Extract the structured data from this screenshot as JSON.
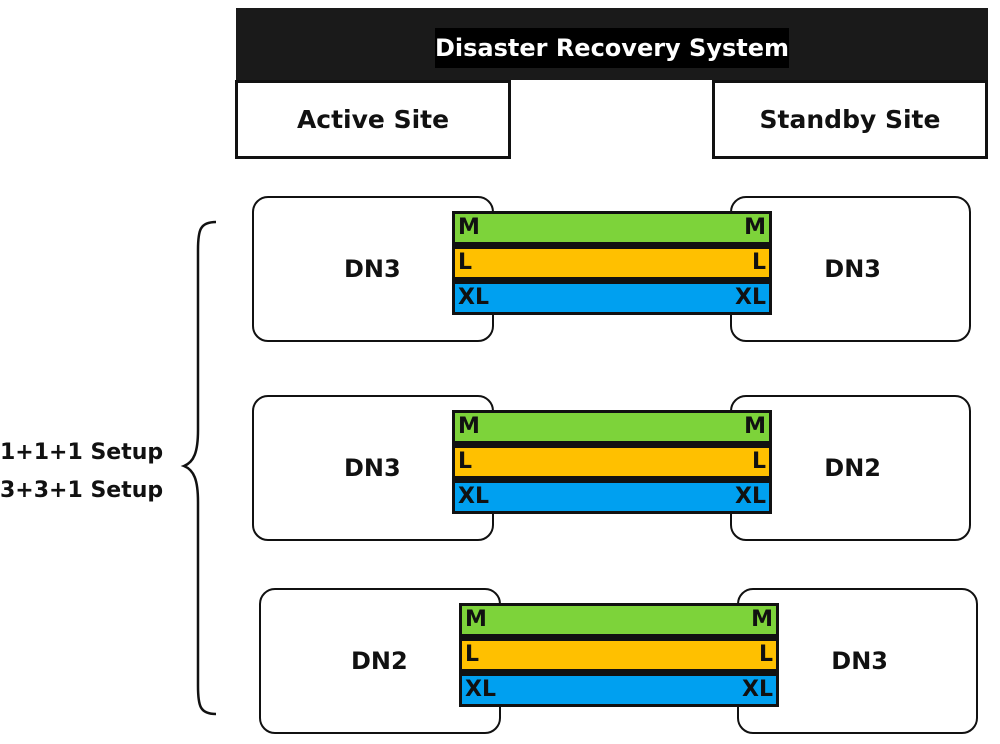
{
  "header": {
    "title": "Disaster Recovery System",
    "active_site": "Active Site",
    "standby_site": "Standby Site"
  },
  "setup_labels": [
    "1+1+1 Setup",
    "3+3+1 Setup"
  ],
  "rows": [
    {
      "left_node": "DN3",
      "right_node": "DN3",
      "bars": [
        {
          "left": "M",
          "right": "M"
        },
        {
          "left": "L",
          "right": "L"
        },
        {
          "left": "XL",
          "right": "XL"
        }
      ]
    },
    {
      "left_node": "DN3",
      "right_node": "DN2",
      "bars": [
        {
          "left": "M",
          "right": "M"
        },
        {
          "left": "L",
          "right": "L"
        },
        {
          "left": "XL",
          "right": "XL"
        }
      ]
    },
    {
      "left_node": "DN2",
      "right_node": "DN3",
      "bars": [
        {
          "left": "M",
          "right": "M"
        },
        {
          "left": "L",
          "right": "L"
        },
        {
          "left": "XL",
          "right": "XL"
        }
      ]
    }
  ],
  "colors": {
    "header_bg": "#1a1a1a",
    "m": "#7dd33a",
    "l": "#ffc000",
    "xl": "#00a0f0",
    "outline": "#111111"
  }
}
